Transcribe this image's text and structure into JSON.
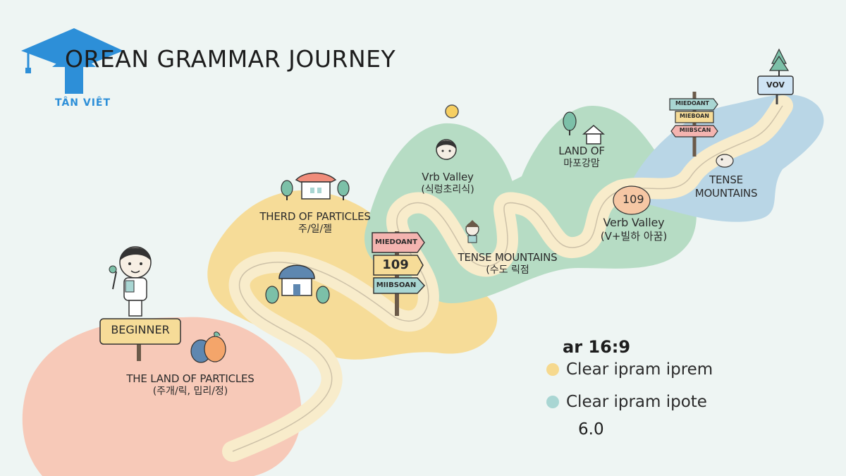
{
  "title": "OREAN GRAMMAR JOURNEY",
  "brand": "TÂN VIÊT",
  "regions": {
    "beginner_sign": "BEGINNER",
    "land_particles": {
      "title": "THE LAND OF PARTICLES",
      "sub": "(주개/릭, 밉리/정)"
    },
    "therd_particles": {
      "title": "THERD OF PARTICLES",
      "sub": "주/일/젤"
    },
    "vrb_valley": {
      "title": "Vrb Valley",
      "sub": "(식렁초리식)"
    },
    "tense_mountains_mid": {
      "title": "TENSE MOUNTAINS",
      "sub": "(수도 릭점"
    },
    "land_of": {
      "title": "LAND OF",
      "sub": "마포강맘"
    },
    "verb_valley": {
      "title": "Verb Valley",
      "sub": "(V+빌하 아꿈)"
    },
    "tense_mountains_top": {
      "title": "TENSE",
      "sub": "MOUNTAINS"
    }
  },
  "signpost_mid": {
    "top": "MIEDOANT",
    "middle": "109",
    "bottom": "MIIBSOAN"
  },
  "signpost_top": {
    "top": "MIEDOANT",
    "middle": "MIEBOAN",
    "bottom": "MIIBSCAN"
  },
  "badge_109": "109",
  "top_sign": "VOV",
  "legend": {
    "heading": "ar 16:9",
    "items": [
      {
        "label": "Clear ipram iprem",
        "color": "#f6d98e"
      },
      {
        "label": "Clear ipram ipote",
        "color": "#a9d6d3"
      }
    ],
    "footer": "6.0"
  },
  "colors": {
    "brand_blue": "#2d8fd8",
    "pink_land": "#f7c9b8",
    "yellow_land": "#f6dc98",
    "green_land": "#b6dcc4",
    "blue_land": "#b9d6e6",
    "path": "#f8eccb"
  }
}
